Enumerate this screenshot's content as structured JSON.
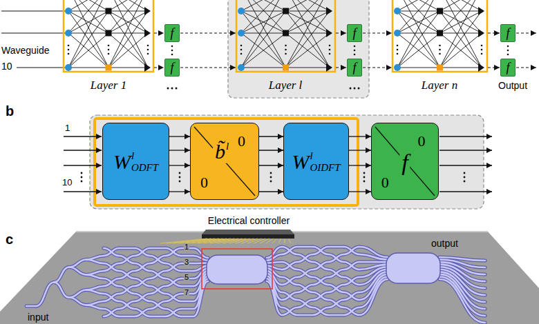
{
  "diagram": {
    "nodes": [
      {
        "text": [
          "f"
        ]
      },
      {
        "text": [
          "f"
        ]
      },
      {
        "text": [
          "f"
        ]
      },
      {
        "text": [
          "f"
        ]
      },
      {
        "text": [
          "f"
        ]
      },
      {
        "text": [
          "f"
        ]
      },
      {
        "text": [
          "W",
          "l",
          "ODFT"
        ]
      },
      {
        "text": [
          "b̃",
          "l",
          "0",
          "0"
        ]
      },
      {
        "text": [
          "W",
          "l",
          "OIDFT"
        ]
      },
      {
        "text": [
          "f",
          "0",
          "0"
        ]
      }
    ],
    "edges": [
      {
        "from": 6,
        "to": 7,
        "arrow": "to"
      },
      {
        "from": 6,
        "to": 7,
        "arrow": "to"
      },
      {
        "from": 6,
        "to": 7,
        "arrow": "to"
      },
      {
        "from": 6,
        "to": 7,
        "arrow": "to"
      },
      {
        "from": 7,
        "to": 8,
        "arrow": "to"
      },
      {
        "from": 7,
        "to": 8,
        "arrow": "to"
      },
      {
        "from": 7,
        "to": 8,
        "arrow": "to"
      },
      {
        "from": 7,
        "to": 8,
        "arrow": "to"
      },
      {
        "from": 8,
        "to": 9,
        "arrow": "to"
      },
      {
        "from": 8,
        "to": 9,
        "arrow": "to"
      },
      {
        "from": 8,
        "to": 9,
        "arrow": "to"
      },
      {
        "from": 8,
        "to": 9,
        "arrow": "to"
      }
    ],
    "labels": [
      "Waveguide",
      "10",
      "Layer 1",
      "Layer l",
      "Layer n",
      "Output",
      "b",
      "1",
      "10",
      "c",
      "Electrical controller",
      "1",
      "3",
      "5",
      "7",
      "input",
      "output"
    ]
  }
}
